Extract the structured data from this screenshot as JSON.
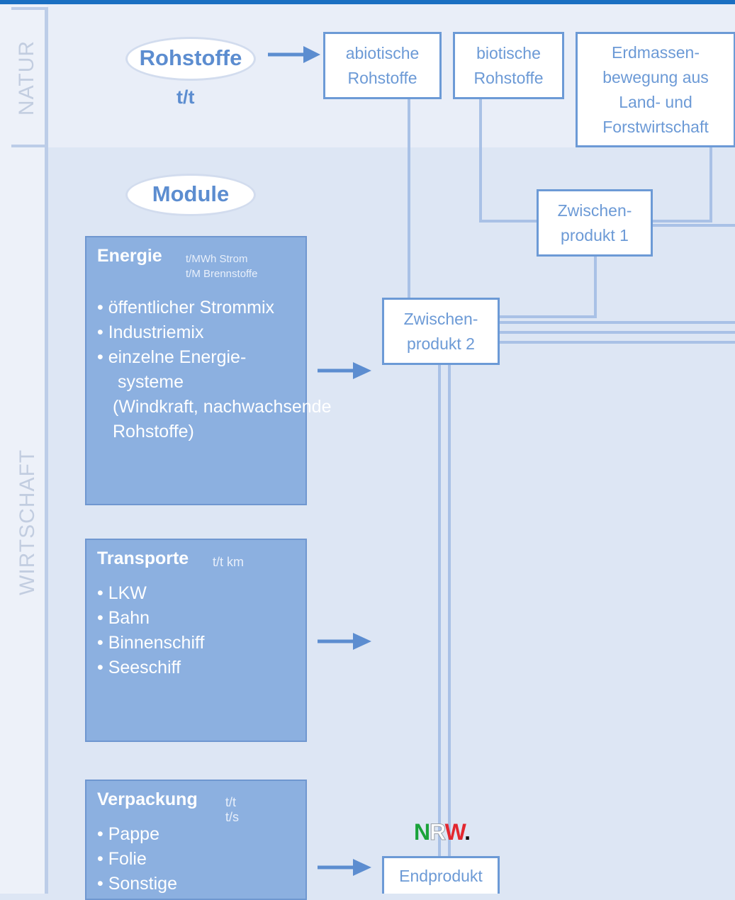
{
  "side_labels": {
    "natur": "NATUR",
    "wirtschaft": "WIRTSCHAFT"
  },
  "natur": {
    "oval_label": "Rohstoffe",
    "unit": "t/t",
    "boxes": [
      {
        "label": "abiotische\nRohstoffe"
      },
      {
        "label": "biotische\nRohstoffe"
      },
      {
        "label": "Erdmassen-\nbewegung aus\nLand- und\nForstwirtschaft"
      }
    ]
  },
  "wirtschaft": {
    "oval_label": "Module",
    "intermediate": [
      {
        "label": "Zwischen-\nprodukt 1"
      },
      {
        "label": "Zwischen-\nprodukt 2"
      }
    ],
    "final_product": "Endprodukt",
    "modules": [
      {
        "title": "Energie",
        "units": "t/MWh Strom\nt/M Brennstoffe",
        "items": [
          "öffentlicher Strommix",
          "Industriemix",
          "einzelne Energie- systeme (Windkraft, nachwachsende Rohstoffe)"
        ]
      },
      {
        "title": "Transporte",
        "units": "t/t km",
        "items": [
          "LKW",
          "Bahn",
          "Binnenschiff",
          "Seeschiff"
        ]
      },
      {
        "title": "Verpackung",
        "units": "t/t\nt/s",
        "items": [
          "Pappe",
          "Folie",
          "Sonstige"
        ]
      }
    ]
  },
  "logo": {
    "n": "N",
    "r": "R",
    "w": "W",
    "dot": "."
  },
  "colors": {
    "accent": "#1a6fc2",
    "box_border": "#6c9ad6",
    "module_fill": "#8cb0e0",
    "background": "#dde6f4"
  }
}
